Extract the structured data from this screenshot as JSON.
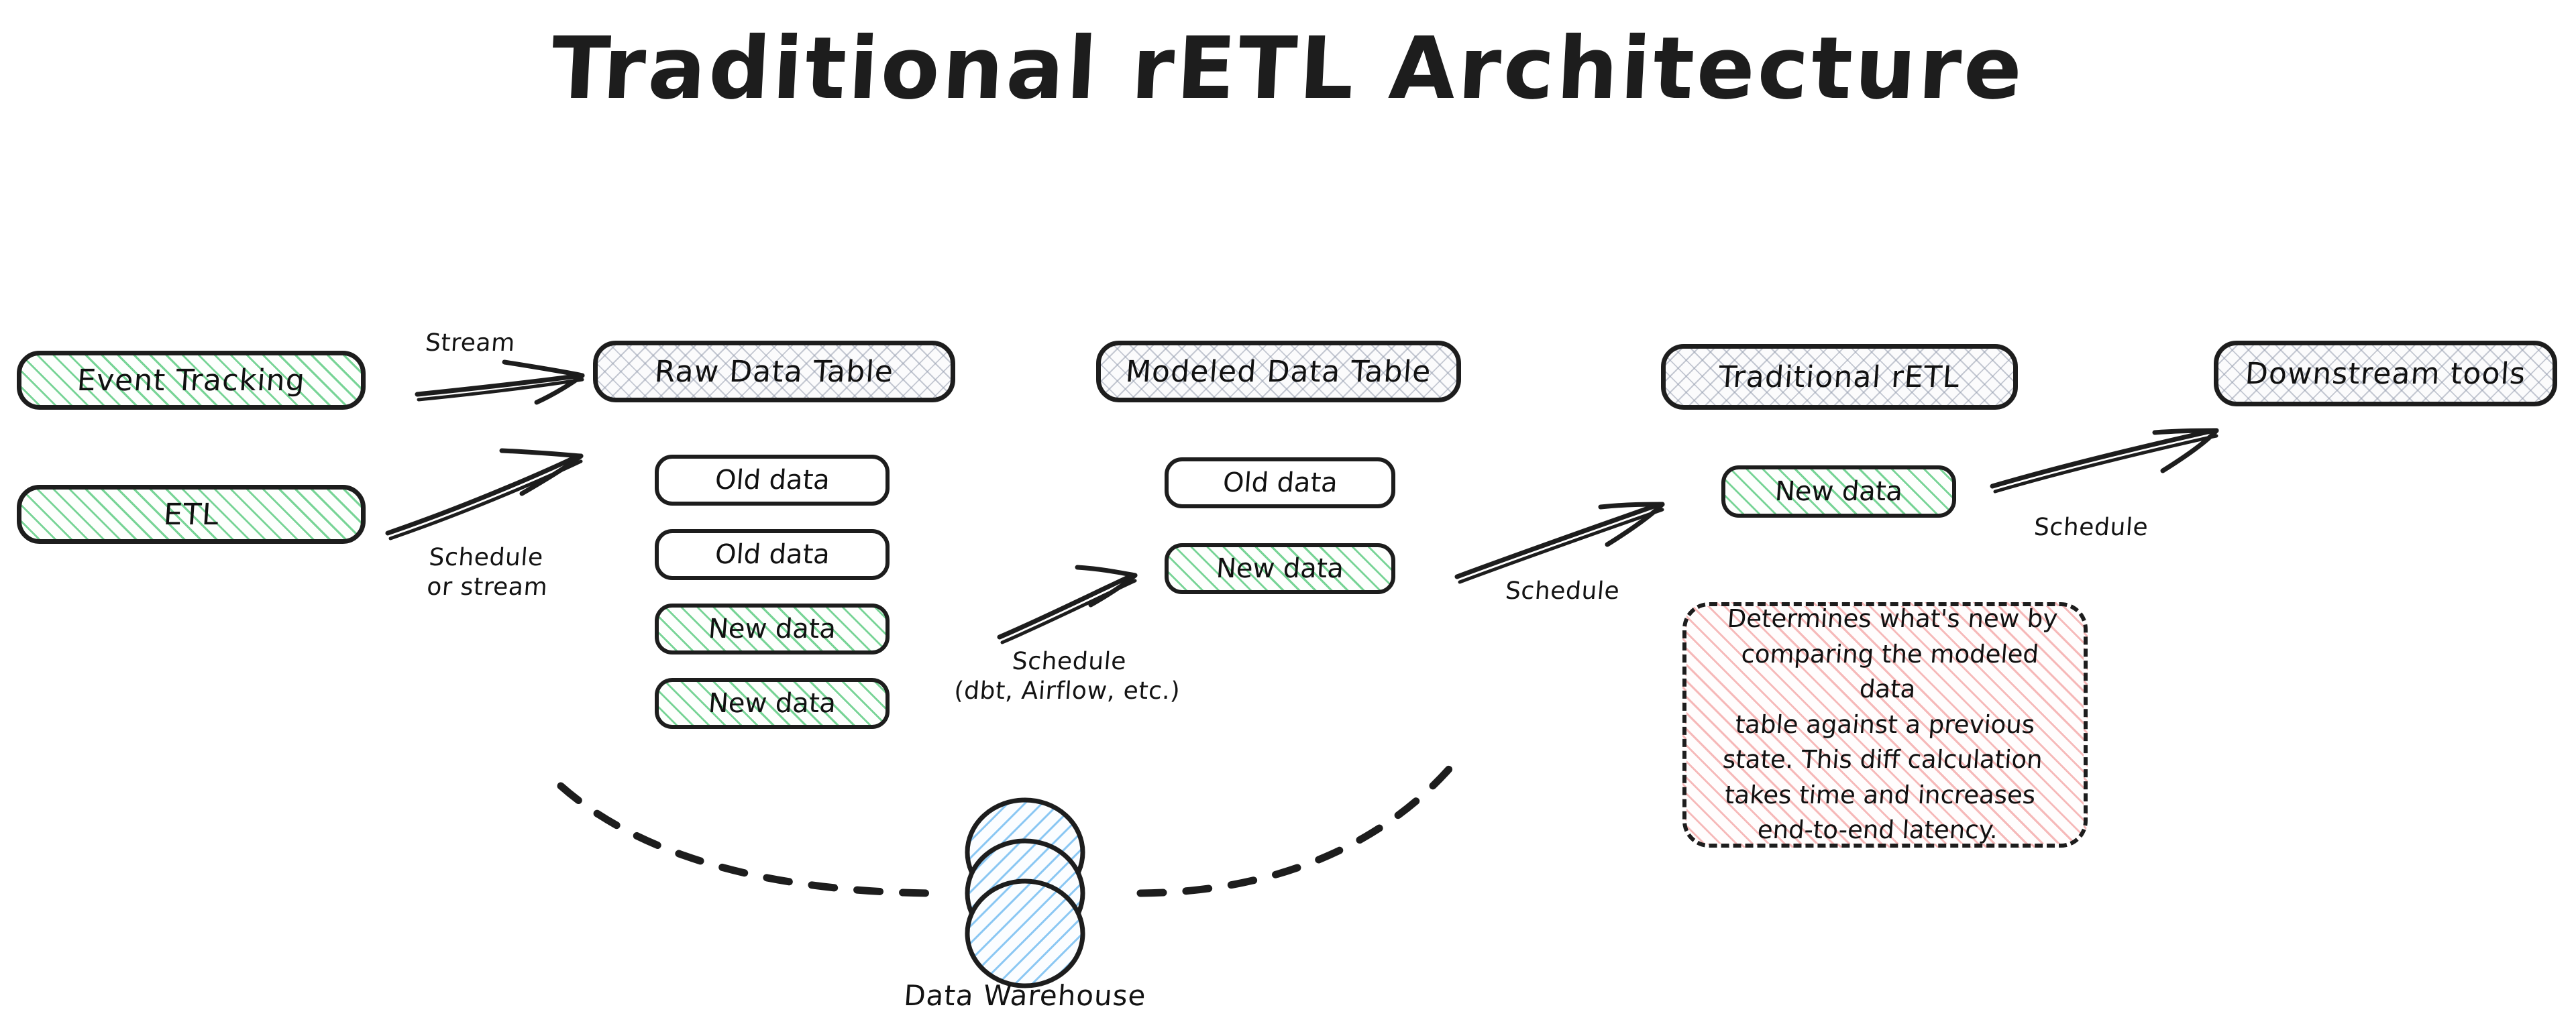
{
  "title": "Traditional rETL Architecture",
  "colors": {
    "stroke": "#1d1d1d",
    "green_hatch": "#60cd84",
    "grey_hatch": "#969eaf",
    "red_hatch": "#f08c8c",
    "blue_hatch": "#6eb9f0",
    "background": "#ffffff"
  },
  "nodes": {
    "event_tracking": {
      "label": "Event Tracking",
      "fill": "green-hatch"
    },
    "etl": {
      "label": "ETL",
      "fill": "green-hatch"
    },
    "raw_data_table": {
      "label": "Raw Data Table",
      "fill": "grid-hatch",
      "rows": [
        {
          "label": "Old data",
          "fill": "white"
        },
        {
          "label": "Old data",
          "fill": "white"
        },
        {
          "label": "New data",
          "fill": "green-hatch"
        },
        {
          "label": "New data",
          "fill": "green-hatch"
        }
      ]
    },
    "modeled_data_table": {
      "label": "Modeled Data Table",
      "fill": "grid-hatch",
      "rows": [
        {
          "label": "Old data",
          "fill": "white"
        },
        {
          "label": "New data",
          "fill": "green-hatch"
        }
      ]
    },
    "traditional_retl": {
      "label": "Traditional rETL",
      "fill": "grid-hatch",
      "rows": [
        {
          "label": "New data",
          "fill": "green-hatch"
        }
      ]
    },
    "downstream_tools": {
      "label": "Downstream tools",
      "fill": "grid-hatch"
    },
    "data_warehouse": {
      "label": "Data Warehouse",
      "fill": "blue-hatch"
    }
  },
  "edges": [
    {
      "id": "stream",
      "label": "Stream",
      "from": "event_tracking",
      "to": "raw_data_table"
    },
    {
      "id": "schedule-or-stream",
      "label": "Schedule\nor stream",
      "from": "etl",
      "to": "raw_data_table"
    },
    {
      "id": "schedule-dbt",
      "label": "Schedule\n(dbt, Airflow, etc.)",
      "from": "raw_data_table",
      "to": "modeled_data_table"
    },
    {
      "id": "schedule-retl",
      "label": "Schedule",
      "from": "modeled_data_table",
      "to": "traditional_retl"
    },
    {
      "id": "schedule-downstream",
      "label": "Schedule",
      "from": "traditional_retl",
      "to": "downstream_tools"
    }
  ],
  "annotation": {
    "text": "Determines what's new by\ncomparing the modeled data\ntable against a previous\nstate. This diff calculation\ntakes time and increases\nend-to-end latency."
  }
}
